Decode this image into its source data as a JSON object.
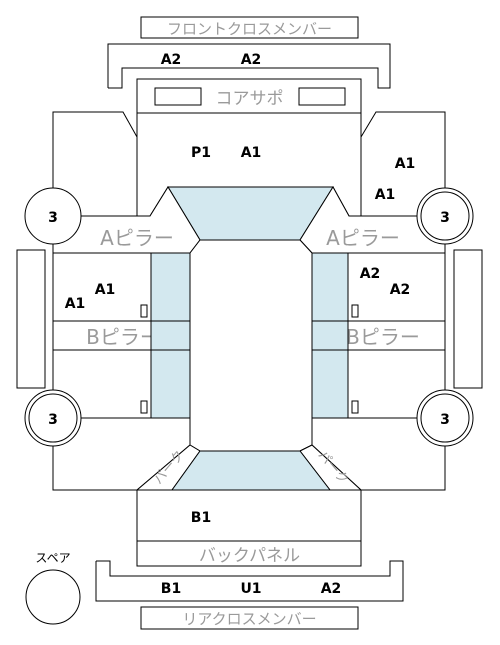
{
  "labels": {
    "front_cross_member": "フロントクロスメンバー",
    "core_support": "コアサポ",
    "a_pillar": "Aピラー",
    "b_pillar": "Bピラー",
    "back_panel": "バックパネル",
    "rear_cross_member": "リアクロスメンバー",
    "spare": "スペア",
    "curved_left": "パーク",
    "curved_right": "パーク"
  },
  "codes": {
    "front_member_left": "A2",
    "front_member_right": "A2",
    "hood_left": "P1",
    "hood_right": "A1",
    "front_fender_right_top": "A1",
    "front_fender_right_bottom": "A1",
    "front_door_left_a": "A1",
    "front_door_left_b": "A1",
    "front_door_right_a": "A2",
    "front_door_right_b": "A2",
    "trunk": "B1",
    "rear_member_left": "B1",
    "rear_member_center": "U1",
    "rear_member_right": "A2",
    "wheel_front_left": "3",
    "wheel_front_right": "3",
    "wheel_rear_left": "3",
    "wheel_rear_right": "3"
  }
}
